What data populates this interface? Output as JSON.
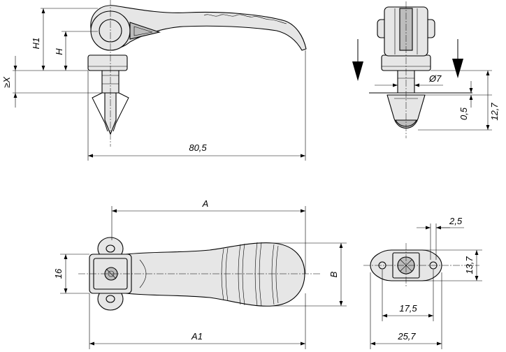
{
  "dimensions": {
    "total_length_side": "80,5",
    "dim_a": "A",
    "dim_a1": "A1",
    "dim_b": "B",
    "dim_h": "H",
    "dim_h1": "H1",
    "dim_x": "≥X",
    "dim_16": "16",
    "dim_diameter": "Ø7",
    "dim_0_5": "0,5",
    "dim_12_7": "12,7",
    "dim_2_5": "2,5",
    "dim_13_7": "13,7",
    "dim_17_5": "17,5",
    "dim_25_7": "25,7"
  }
}
